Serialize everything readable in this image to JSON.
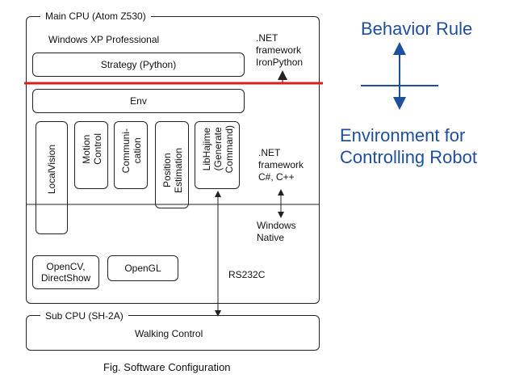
{
  "main_cpu": {
    "title": "Main CPU (Atom Z530)",
    "os": "Windows XP Professional",
    "strategy": "Strategy (Python)",
    "net_ironpython": ".NET\nframework\nIronPython",
    "env": "Env",
    "modules": [
      {
        "label": "LocalVision"
      },
      {
        "label": "Motion\nControl"
      },
      {
        "label": "Communi-\ncation"
      },
      {
        "label": "Position\nEstimation"
      },
      {
        "label": "LibHajime\n(Generate\nCommand)"
      }
    ],
    "net_csharp": ".NET\nframework\nC#, C++",
    "windows_native": "Windows\nNative",
    "opencv": "OpenCV,\nDirectShow",
    "opengl": "OpenGL",
    "rs232c": "RS232C"
  },
  "sub_cpu": {
    "title": "Sub CPU (SH-2A)",
    "walking": "Walking Control"
  },
  "legend": {
    "behavior_rule": "Behavior Rule",
    "environment": "Environment for\nControlling Robot"
  },
  "caption": "Fig. Software Configuration",
  "colors": {
    "accent_line": "#d62020",
    "legend_text": "#1f4e9a",
    "legend_arrow": "#1f4e9a"
  }
}
